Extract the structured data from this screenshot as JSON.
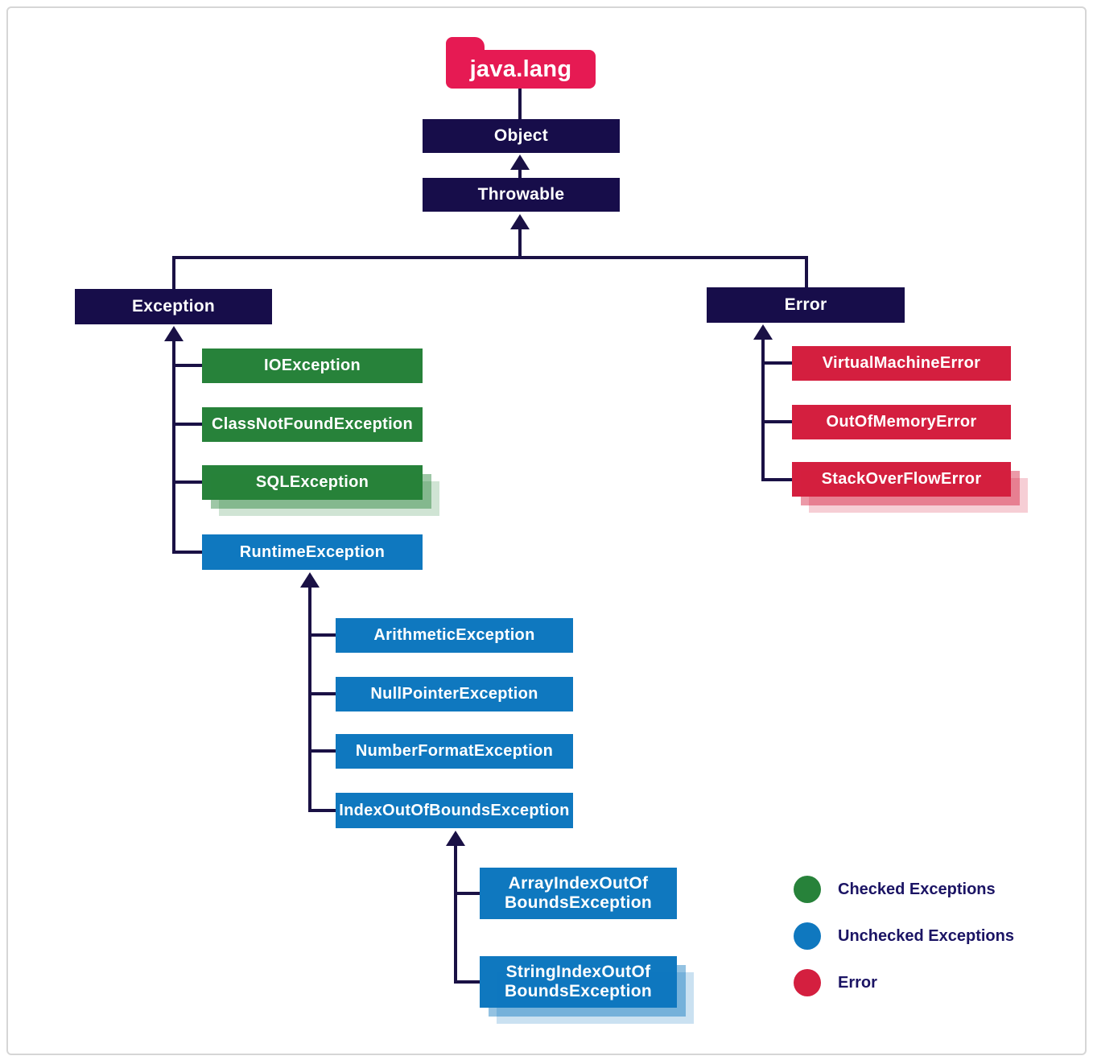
{
  "package": {
    "label": "java.lang"
  },
  "root": {
    "object": "Object",
    "throwable": "Throwable"
  },
  "branches": {
    "exception": "Exception",
    "error": "Error"
  },
  "checked_exceptions": [
    "IOException",
    "ClassNotFoundException",
    "SQLException"
  ],
  "runtime_exception": "RuntimeException",
  "unchecked_exceptions": [
    "ArithmeticException",
    "NullPointerException",
    "NumberFormatException",
    "IndexOutOfBoundsException"
  ],
  "index_out_of_bounds_children": [
    "ArrayIndexOutOf BoundsException",
    "StringIndexOutOf BoundsException"
  ],
  "errors": [
    "VirtualMachineError",
    "OutOfMemoryError",
    "StackOverFlowError"
  ],
  "legend": [
    {
      "label": "Checked Exceptions",
      "color": "#27823a"
    },
    {
      "label": "Unchecked Exceptions",
      "color": "#0f78bf"
    },
    {
      "label": "Error",
      "color": "#d41f3f"
    }
  ],
  "colors": {
    "navy": "#170d4a",
    "package_pink": "#e61a53",
    "checked_green": "#27823a",
    "unchecked_blue": "#0f78bf",
    "error_red": "#d41f3f",
    "connector": "#1a1145",
    "legend_text": "#1b1464"
  }
}
